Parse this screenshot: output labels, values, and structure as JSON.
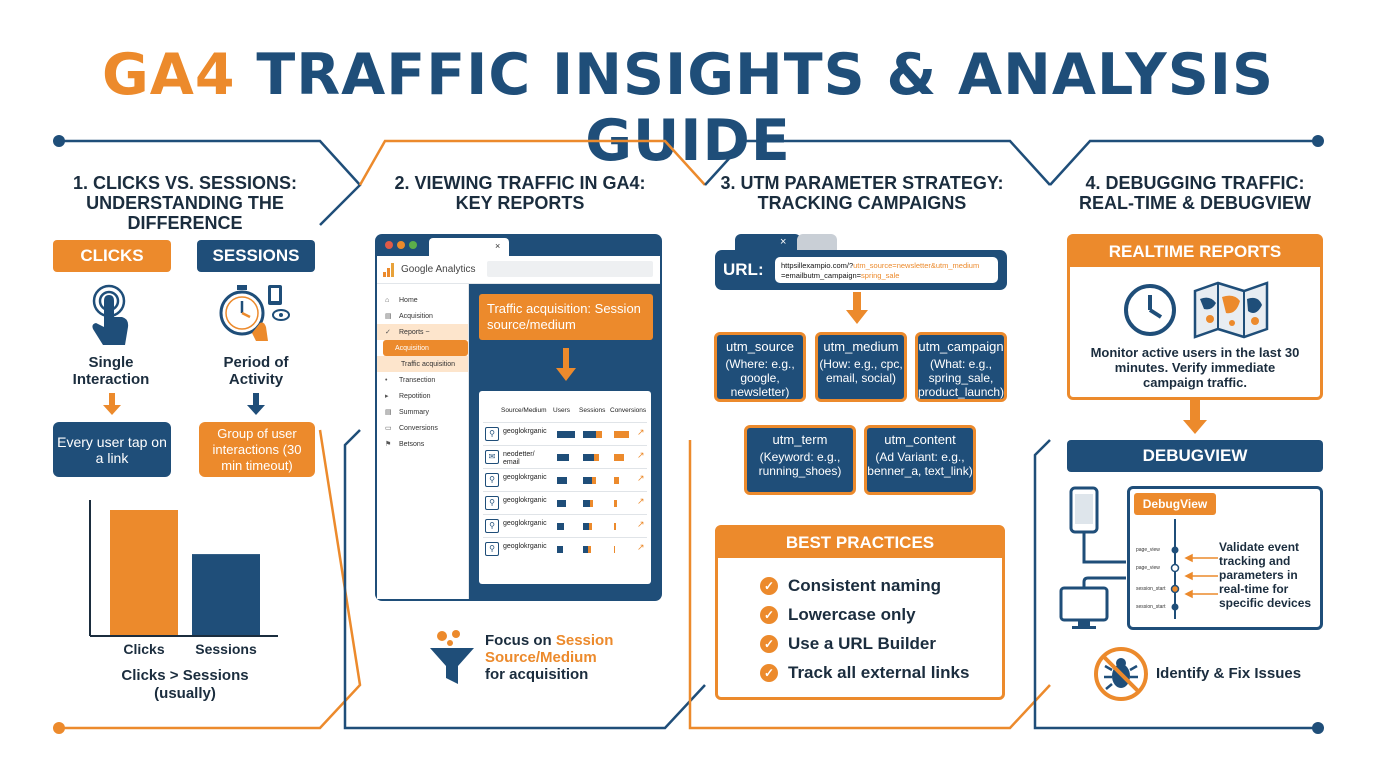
{
  "title": {
    "part1": "GA4",
    "part2": "TRAFFIC INSIGHTS & ANALYSIS GUIDE"
  },
  "panel1": {
    "title": "1. CLICKS VS. SESSIONS: UNDERSTANDING THE DIFFERENCE",
    "clicks_label": "CLICKS",
    "sessions_label": "SESSIONS",
    "clicks_desc": "Single Interaction",
    "sessions_desc": "Period of Activity",
    "clicks_box": "Every user tap on a link",
    "sessions_box": "Group of user interactions (30 min timeout)",
    "chart_caption": "Clicks > Sessions (usually)"
  },
  "chart_data": {
    "type": "bar",
    "categories": [
      "Clicks",
      "Sessions"
    ],
    "values": [
      100,
      65
    ],
    "colors": [
      "#ec8a2c",
      "#1f4e79"
    ],
    "ylim": [
      0,
      100
    ],
    "grid": false,
    "title": "",
    "xlabel": "",
    "ylabel": ""
  },
  "panel2": {
    "title": "2. VIEWING TRAFFIC IN GA4: KEY REPORTS",
    "app_name": "Google Analytics",
    "tab_close": "×",
    "nav": [
      {
        "icon": "⌂",
        "label": "Home"
      },
      {
        "icon": "▤",
        "label": "Acquisition"
      },
      {
        "icon": "✓",
        "label": "Reports ~"
      },
      {
        "icon": "",
        "label": "Acquisition"
      },
      {
        "icon": "",
        "label": "Traffic acquisition"
      },
      {
        "icon": "•",
        "label": "Transection"
      },
      {
        "icon": "▸",
        "label": "Repotition"
      },
      {
        "icon": "▤",
        "label": "Summary"
      },
      {
        "icon": "▭",
        "label": "Conversions"
      },
      {
        "icon": "⚑",
        "label": "Betsons"
      }
    ],
    "report_banner": "Traffic acquisition: Session source/medium",
    "table_headers": [
      "Source/Medium",
      "Users",
      "Sessions",
      "Conversions"
    ],
    "rows": [
      {
        "label": "geoglokrganic",
        "icon": "⚲",
        "users": 0.8,
        "sessions": 0.65,
        "conv": 0.75
      },
      {
        "label": "neodetter/ email",
        "icon": "✉",
        "users": 0.55,
        "sessions": 0.55,
        "conv": 0.5
      },
      {
        "label": "geoglokrganic",
        "icon": "⚲",
        "users": 0.45,
        "sessions": 0.45,
        "conv": 0.25
      },
      {
        "label": "geoglokrganic",
        "icon": "⚲",
        "users": 0.4,
        "sessions": 0.35,
        "conv": 0.15
      },
      {
        "label": "geoglokrganic",
        "icon": "⚲",
        "users": 0.3,
        "sessions": 0.3,
        "conv": 0.08
      },
      {
        "label": "geoglokrganic",
        "icon": "⚲",
        "users": 0.28,
        "sessions": 0.25,
        "conv": 0.05
      }
    ],
    "focus_line1": "Focus on ",
    "focus_accent": "Session Source/Medium",
    "focus_line2": "for acquisition"
  },
  "panel3": {
    "title": "3. UTM PARAMETER STRATEGY: TRACKING CAMPAIGNS",
    "url_label": "URL:",
    "url_line1_a": "httpsillexampio.com/?",
    "url_line1_b": "utm_source=newsletter&utm_medium",
    "url_line2_a": "=emailbutm_campaign=",
    "url_line2_b": "spring_sale",
    "tab_close": "×",
    "params": [
      {
        "name": "utm_source",
        "desc": "(Where: e.g., google, newsletter)"
      },
      {
        "name": "utm_medium",
        "desc": "(How: e.g., cpc, email, social)"
      },
      {
        "name": "utm_campaign",
        "desc": "(What: e.g., spring_sale, product_launch)"
      },
      {
        "name": "utm_term",
        "desc": "(Keyword: e.g., running_shoes)"
      },
      {
        "name": "utm_content",
        "desc": "(Ad Variant: e.g., benner_a, text_link)"
      }
    ],
    "best_title": "BEST PRACTICES",
    "best": [
      "Consistent naming",
      "Lowercase only",
      "Use a URL Builder",
      "Track all external links"
    ]
  },
  "panel4": {
    "title": "4. DEBUGGING TRAFFIC: REAL-TIME & DEBUGVIEW",
    "realtime_title": "REALTIME REPORTS",
    "realtime_desc": "Monitor active users in the last 30 minutes. Verify immediate campaign traffic.",
    "debug_title": "DEBUGVIEW",
    "debug_header": "DebugView",
    "events": [
      "page_view",
      "page_view",
      "session_start",
      "session_start"
    ],
    "debug_desc": "Validate event tracking and parameters in real-time for specific devices",
    "fix": "Identify & Fix Issues"
  },
  "colors": {
    "orange": "#ec8a2c",
    "navy": "#1f4e79"
  }
}
